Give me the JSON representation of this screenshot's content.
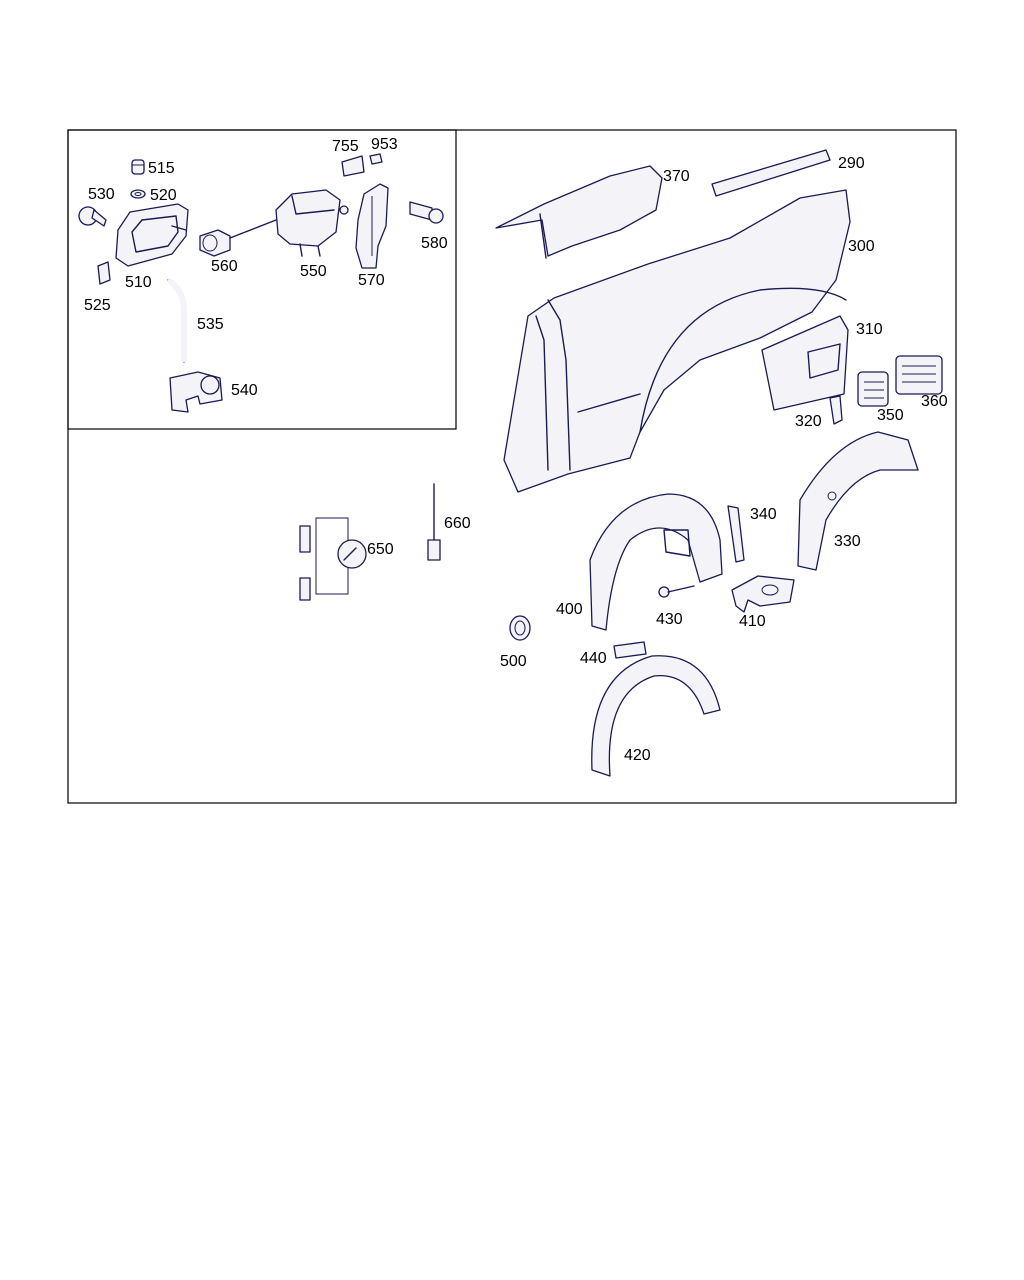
{
  "colors": {
    "ink": "#1a1a55",
    "frame": "#000000",
    "background": "#ffffff"
  },
  "part_numbers": [
    "290",
    "300",
    "310",
    "320",
    "330",
    "340",
    "350",
    "360",
    "370",
    "400",
    "410",
    "420",
    "430",
    "440",
    "500",
    "510",
    "515",
    "520",
    "525",
    "530",
    "535",
    "540",
    "550",
    "560",
    "570",
    "580",
    "650",
    "660",
    "755",
    "953"
  ]
}
